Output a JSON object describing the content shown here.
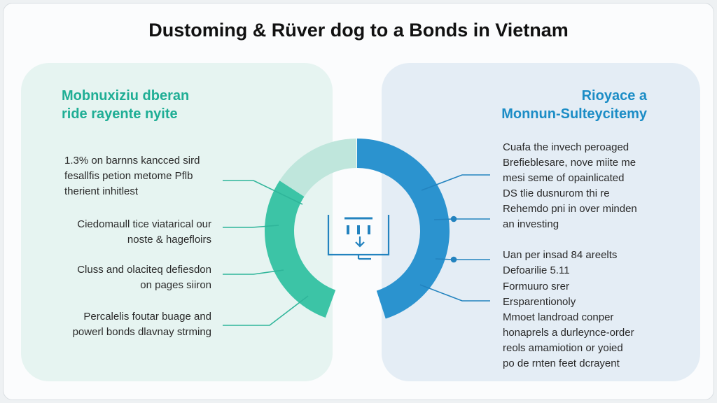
{
  "title": "Dustoming & Rüver dog to a Bonds in Vietnam",
  "left": {
    "heading": [
      "Mobnuxiziu dberan",
      "ride rayente nyite"
    ],
    "items": [
      [
        "1.3% on barnns kancced sird",
        "fesallfis petion metome Pflb",
        "therient inhitlest"
      ],
      [
        "Ciedomaull tice viatarical our",
        "noste & hagefloirs"
      ],
      [
        "Cluss and olaciteq defiesdon",
        "on pages siiron"
      ],
      [
        "Percalelis foutar buage and",
        "powerl bonds dlavnay strming"
      ]
    ]
  },
  "right": {
    "heading": [
      "Rioyace a",
      "Monnun-Sulteycitemy"
    ],
    "items": [
      [
        "Cuafa the invech peroaged",
        "Brefieblesare, nove miite me",
        "mesi seme of opainlicated",
        "DS tlie dusnurom thi re",
        "Rehemdo pni in over minden",
        "an investing"
      ],
      [
        "Uan per insad 84 areelts",
        "Defoarilie 5.11"
      ],
      [
        "Formuuro srer",
        "Ersparentionoly",
        "Mmoet landroad conper",
        "honaprels a durleynce-order",
        "reols amamiotion or yoied",
        "po de rnten feet dcrayent"
      ]
    ]
  },
  "colors": {
    "teal": "#3cc4a6",
    "teal_light": "#bfe6dc",
    "blue": "#2b93cf"
  },
  "center_icon": "monitor-chart-download-icon"
}
